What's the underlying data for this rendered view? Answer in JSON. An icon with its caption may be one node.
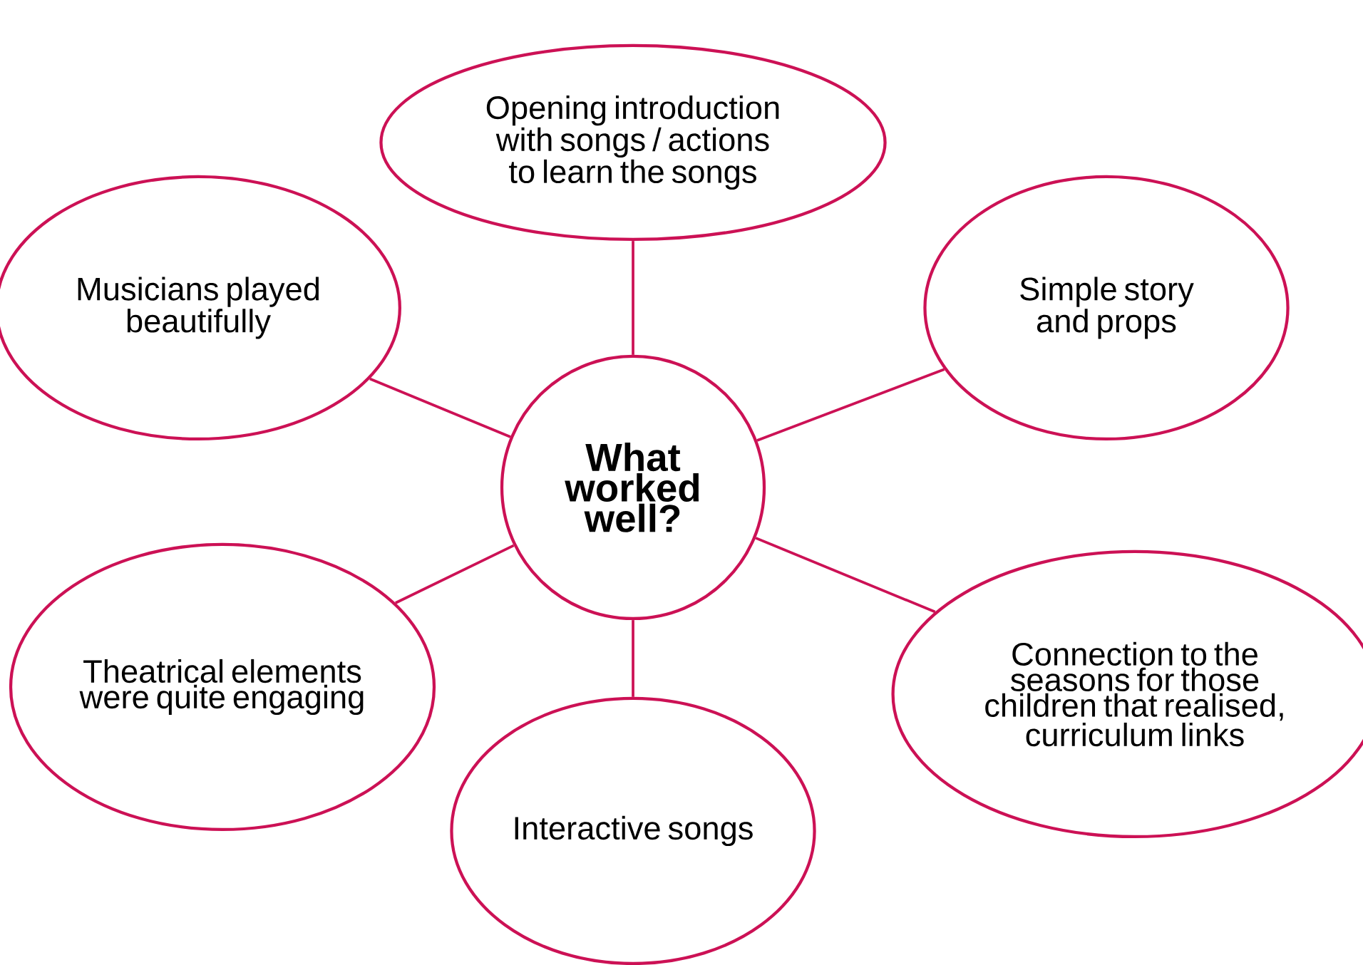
{
  "diagram": {
    "nodes": [
      {
        "text": [
          "What worked well?"
        ]
      },
      {
        "text": [
          "Opening introduction with songs / actions to learn the songs"
        ]
      },
      {
        "text": [
          "Musicians played beautifully"
        ]
      },
      {
        "text": [
          "Simple story and props"
        ]
      },
      {
        "text": [
          "Theatrical elements were quite engaging"
        ]
      },
      {
        "text": [
          "Connection to the seasons for those children that realised, curriculum links"
        ]
      },
      {
        "text": [
          "Interactive songs"
        ]
      }
    ],
    "edges": [
      {
        "from": 0,
        "to": 1,
        "arrow": "none"
      },
      {
        "from": 0,
        "to": 2,
        "arrow": "none"
      },
      {
        "from": 0,
        "to": 3,
        "arrow": "none"
      },
      {
        "from": 0,
        "to": 4,
        "arrow": "none"
      },
      {
        "from": 0,
        "to": 5,
        "arrow": "none"
      },
      {
        "from": 0,
        "to": 6,
        "arrow": "none"
      }
    ]
  }
}
